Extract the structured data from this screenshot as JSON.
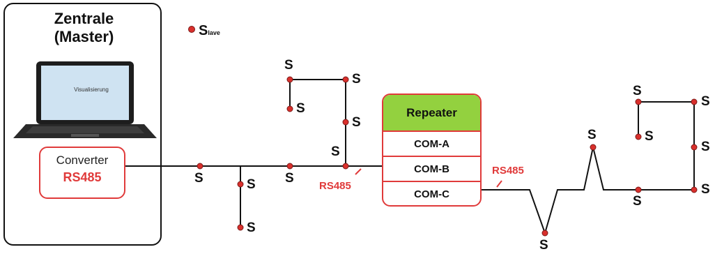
{
  "master": {
    "title_line1": "Zentrale",
    "title_line2": "(Master)",
    "screen_label": "Visualisierung"
  },
  "converter": {
    "title": "Converter",
    "protocol": "RS485"
  },
  "repeater": {
    "title": "Repeater",
    "ports": [
      "COM-A",
      "COM-B",
      "COM-C"
    ]
  },
  "legend": {
    "symbol": "S",
    "rest": "lave"
  },
  "bus_labels": [
    "RS485",
    "RS485"
  ],
  "slave_label": "S",
  "colors": {
    "node": "#d9302c",
    "accent": "#e03a3a",
    "repeater_header": "#93d13f"
  }
}
